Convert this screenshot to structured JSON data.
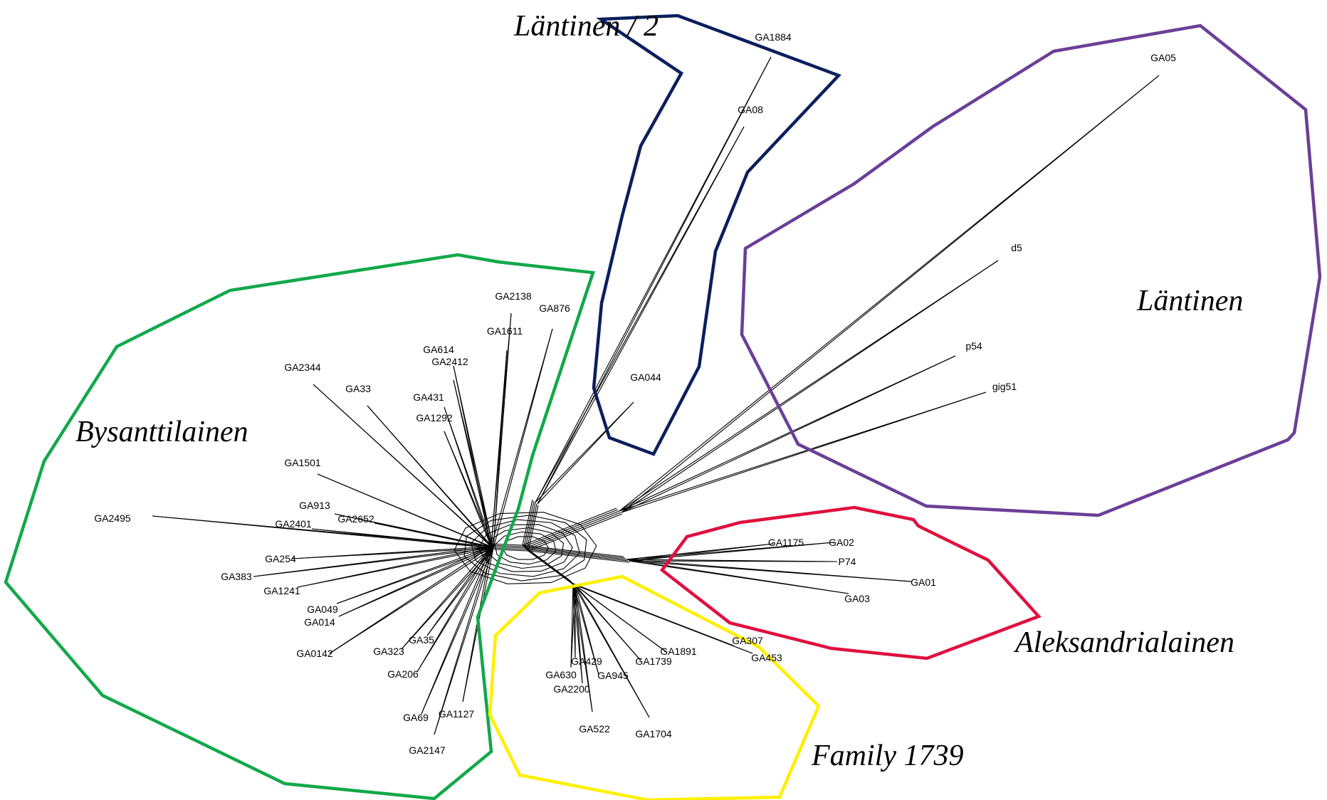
{
  "colors": {
    "western2": "#0b1f5c",
    "western": "#6b3f98",
    "byzantine": "#12a84a",
    "alexandrian": "#e0103f",
    "family1739": "#ffef00",
    "edges": "#000000"
  },
  "groups": {
    "western2": {
      "title": "Läntinen / 2",
      "taxa": [
        "GA1884",
        "GA08",
        "GA044"
      ]
    },
    "western": {
      "title": "Läntinen",
      "taxa": [
        "GA05",
        "d5",
        "p54",
        "gig51"
      ]
    },
    "byzantine": {
      "title": "Bysanttilainen",
      "taxa": [
        "GA2138",
        "GA876",
        "GA1611",
        "GA614",
        "GA2412",
        "GA2344",
        "GA33",
        "GA431",
        "GA1292",
        "GA1501",
        "GA913",
        "GA2652",
        "GA2401",
        "GA2495",
        "GA254",
        "GA383",
        "GA1241",
        "GA049",
        "GA014",
        "GA0142",
        "GA323",
        "GA35",
        "GA206",
        "GA69",
        "GA1127",
        "GA2147"
      ]
    },
    "alexandrian": {
      "title": "Aleksandrialainen",
      "taxa": [
        "GA1175",
        "GA02",
        "P74",
        "GA01",
        "GA03"
      ]
    },
    "family1739": {
      "title": "Family 1739",
      "taxa": [
        "GA307",
        "GA453",
        "GA1891",
        "GA1739",
        "GA429",
        "GA945",
        "GA630",
        "GA2200",
        "GA522",
        "GA1704"
      ]
    }
  }
}
